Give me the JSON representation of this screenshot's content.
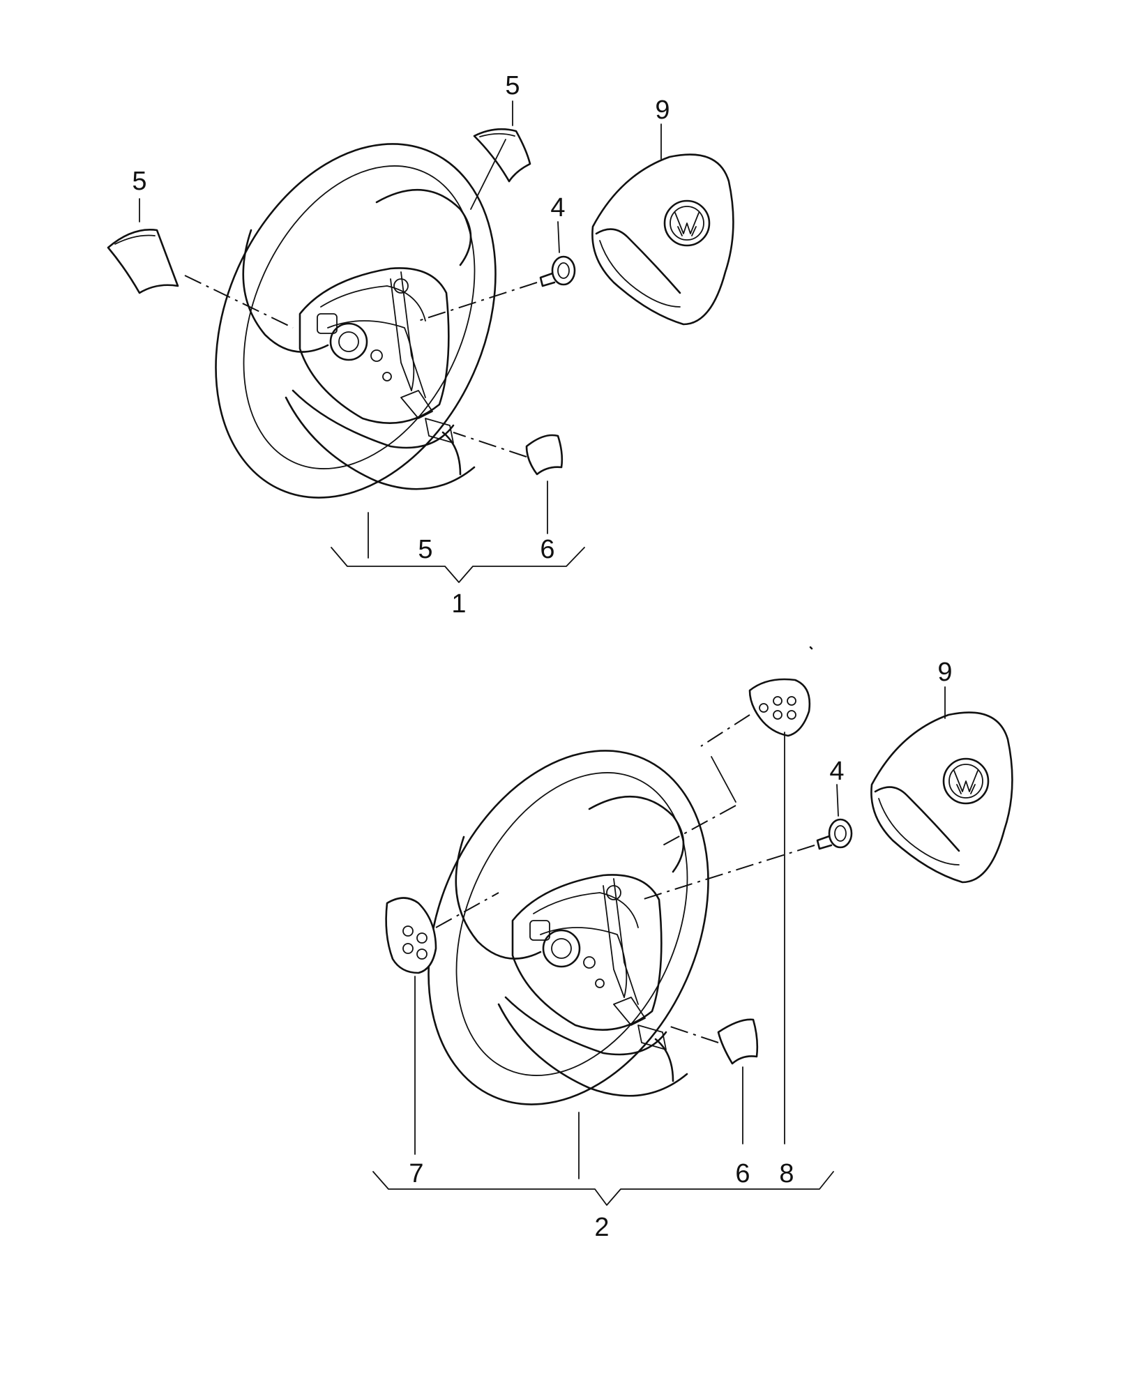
{
  "callouts": {
    "top": {
      "pad_left": "5",
      "pad_top": "5",
      "bolt": "4",
      "airbag": "9",
      "trim_cap": "6",
      "bracket_left": "5",
      "bracket_right": "6",
      "assembly": "1"
    },
    "bottom": {
      "switch_right": "8",
      "airbag": "9",
      "bolt": "4",
      "switch_left": "7",
      "trim_cap": "6",
      "bracket_right": "8",
      "assembly": "2"
    }
  },
  "icons": {
    "airbag_logo": "vw-logo-icon"
  }
}
